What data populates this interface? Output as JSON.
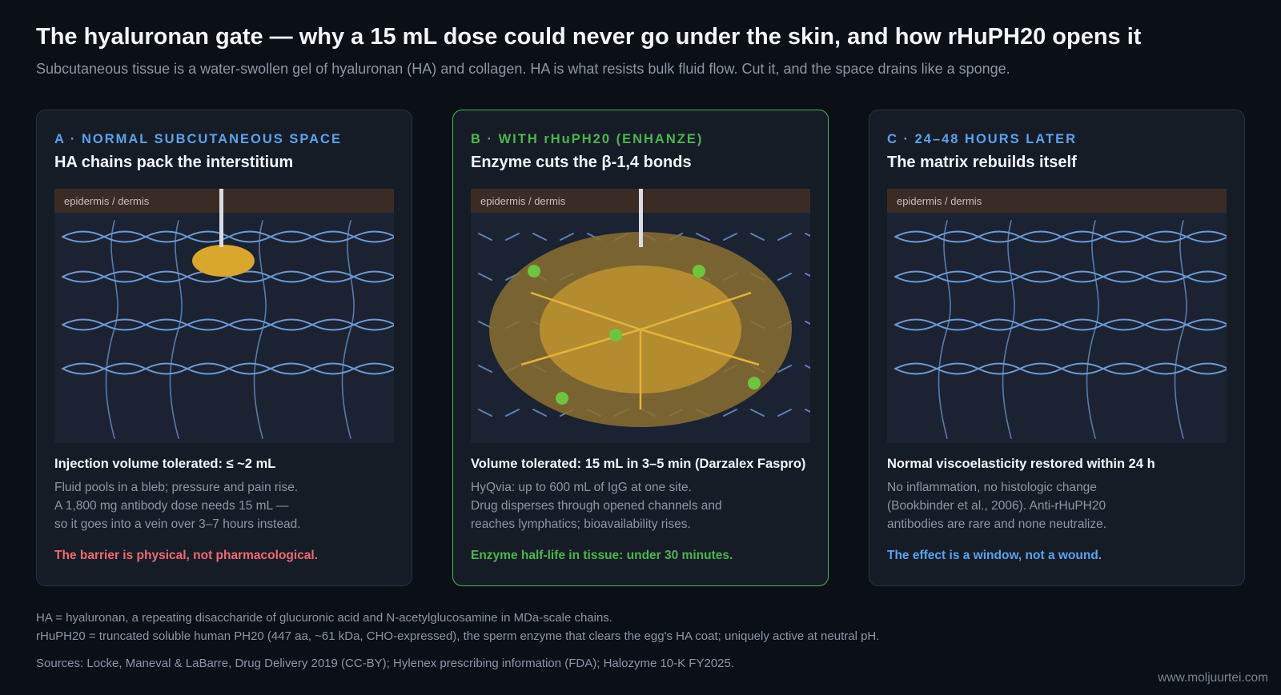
{
  "title": "The hyaluronan gate — why a 15 mL dose could never go under the skin, and how rHuPH20 opens it",
  "subtitle": "Subcutaneous tissue is a water-swollen gel of hyaluronan (HA) and collagen. HA is what resists bulk fluid flow. Cut it, and the space drains like a sponge.",
  "colors": {
    "background": "#0b0f16",
    "panel": "#161c26",
    "blue_accent": "#5aa3ee",
    "green_accent": "#4cb54e",
    "red_accent": "#ef6a73",
    "drug_gold": "#d9a72b",
    "enzyme_green": "#6dc43f",
    "skin_band": "#3a2c24",
    "ha_chain": "#6b9ad6"
  },
  "panels": [
    {
      "kicker": "A · NORMAL SUBCUTANEOUS SPACE",
      "heading": "HA chains pack the interstitium",
      "layer_label": "epidermis / dermis",
      "stat": "Injection volume tolerated: ≤ ~2 mL",
      "body": [
        "Fluid pools in a bleb; pressure and pain rise.",
        "A 1,800 mg antibody dose needs 15 mL —",
        "so it goes into a vein over 3–7 hours instead."
      ],
      "callout": "The barrier is physical, not pharmacological."
    },
    {
      "kicker": "B · WITH rHuPH20 (ENHANZE)",
      "heading": "Enzyme cuts the β-1,4 bonds",
      "layer_label": "epidermis / dermis",
      "stat": "Volume tolerated: 15 mL in 3–5 min (Darzalex Faspro)",
      "body": [
        "HyQvia: up to 600 mL of IgG at one site.",
        "Drug disperses through opened channels and",
        "reaches lymphatics; bioavailability rises."
      ],
      "callout": "Enzyme half-life in tissue: under 30 minutes."
    },
    {
      "kicker": "C · 24–48 HOURS LATER",
      "heading": "The matrix rebuilds itself",
      "layer_label": "epidermis / dermis",
      "stat": "Normal viscoelasticity restored within 24 h",
      "body": [
        "No inflammation, no histologic change",
        "(Bookbinder et al., 2006). Anti-rHuPH20",
        "antibodies are rare and none neutralize."
      ],
      "callout": "The effect is a window, not a wound."
    }
  ],
  "footnotes": [
    "HA = hyaluronan, a repeating disaccharide of glucuronic acid and N-acetylglucosamine in MDa-scale chains.",
    "rHuPH20 = truncated soluble human PH20 (447 aa, ~61 kDa, CHO-expressed), the sperm enzyme that clears the egg's HA coat; uniquely active at neutral pH."
  ],
  "sources": "Sources: Locke, Maneval & LaBarre, Drug Delivery 2019 (CC-BY); Hylenex prescribing information (FDA); Halozyme 10-K FY2025.",
  "credit": "www.moljuurtei.com"
}
